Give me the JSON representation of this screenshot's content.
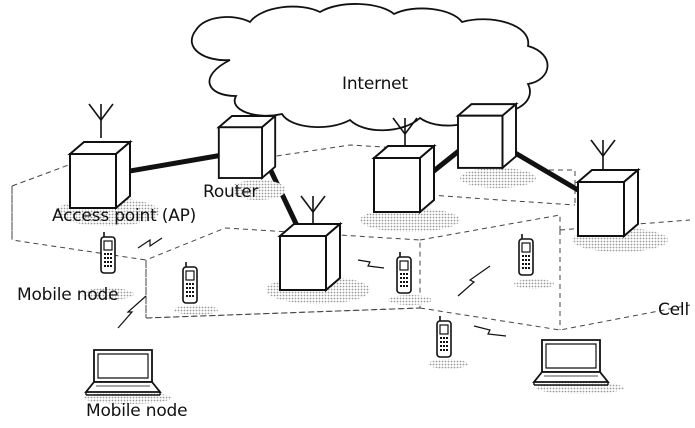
{
  "labels": {
    "internet": "Internet",
    "router": "Router",
    "access_point": "Access point (AP)",
    "mobile_node_top": "Mobile node",
    "mobile_node_bottom": "Mobile node",
    "cell": "Cell"
  },
  "icons": {
    "cloud": "cloud-icon",
    "router": "router-box-icon",
    "access_point": "access-point-box-icon",
    "antenna": "antenna-icon",
    "phone": "mobile-phone-icon",
    "laptop": "laptop-icon",
    "wireless_link": "zigzag-link-icon"
  },
  "colors": {
    "line": "#111111",
    "shadow": "#c8c8c8",
    "cell_border": "#444444"
  }
}
